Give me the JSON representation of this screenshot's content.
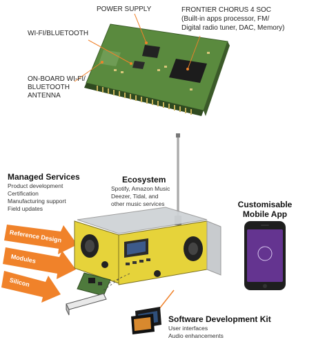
{
  "module_labels": {
    "power_supply": "POWER SUPPLY",
    "soc_title": "FRONTIER CHORUS 4 SOC",
    "soc_line1": "(Built-in apps processor, FM/",
    "soc_line2": "Digital radio tuner, DAC, Memory)",
    "wifi_bt": "WI-FI/BLUETOOTH",
    "antenna_line1": "ON-BOARD WI-FI/",
    "antenna_line2": "BLUETOOTH",
    "antenna_line3": "ANTENNA"
  },
  "managed_services": {
    "title": "Managed Services",
    "items": [
      "Product development",
      "Certification",
      "Manufacturing support",
      "Field updates"
    ]
  },
  "ecosystem": {
    "title": "Ecosystem",
    "lines": [
      "Spotify, Amazon Music",
      "Deezer, Tidal, and",
      "other music services"
    ]
  },
  "mobile_app": {
    "title_line1": "Customisable",
    "title_line2": "Mobile App"
  },
  "arrows": [
    "Reference Design",
    "Modules",
    "Silicon"
  ],
  "sdk": {
    "title": "Software Development Kit",
    "items": [
      "User interfaces",
      "Audio enhancements"
    ]
  },
  "colors": {
    "accent_orange": "#f0822a",
    "radio_yellow": "#e6d33a",
    "pcb_green": "#4e7a3c",
    "phone_purple": "#7b3fa6"
  }
}
